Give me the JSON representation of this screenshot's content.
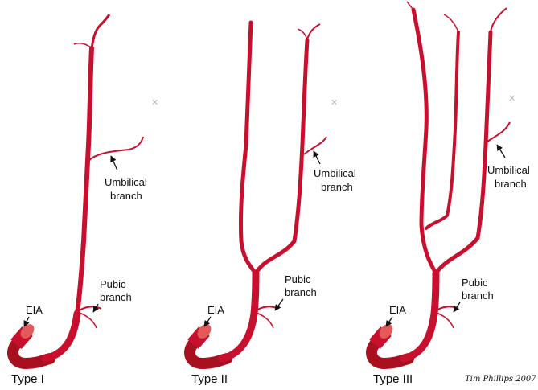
{
  "colors": {
    "vessel": "#c8102e",
    "vessel_dark": "#8e0b1c",
    "vessel_light": "#e45a5a",
    "marker": "#b8b8b8",
    "text": "#111111"
  },
  "panels": [
    {
      "type_label": "Type I",
      "umbilical_label": [
        "Umbilical",
        "branch"
      ],
      "pubic_label": [
        "Pubic",
        "branch"
      ],
      "eia_label": "EIA"
    },
    {
      "type_label": "Type II",
      "umbilical_label": [
        "Umbilical",
        "branch"
      ],
      "pubic_label": [
        "Pubic",
        "branch"
      ],
      "eia_label": "EIA"
    },
    {
      "type_label": "Type III",
      "umbilical_label": [
        "Umbilical",
        "branch"
      ],
      "pubic_label": [
        "Pubic",
        "branch"
      ],
      "eia_label": "EIA"
    }
  ],
  "signature": "Tim Phillips 2007",
  "marker_icon": "x-mark-icon"
}
